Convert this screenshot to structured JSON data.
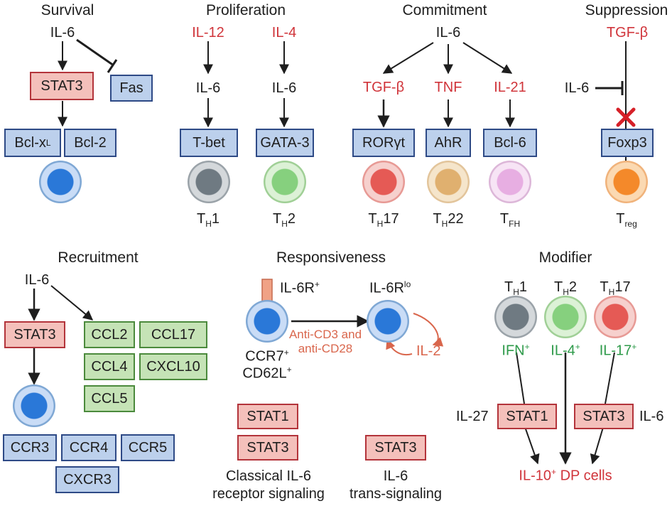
{
  "panels": {
    "survival": {
      "title": "Survival",
      "il6": "IL-6",
      "stat3": "STAT3",
      "fas": "Fas",
      "bclxl": "Bcl-x",
      "bclxl_sub": "L",
      "bcl2": "Bcl-2"
    },
    "proliferation": {
      "title": "Proliferation",
      "il12": "IL-12",
      "il4": "IL-4",
      "il6_a": "IL-6",
      "il6_b": "IL-6",
      "tbet": "T-bet",
      "gata3": "GATA-3",
      "th1_t": "T",
      "th1_sub": "H",
      "th1_n": "1",
      "th2_t": "T",
      "th2_sub": "H",
      "th2_n": "2"
    },
    "commitment": {
      "title": "Commitment",
      "il6": "IL-6",
      "tgfb": "TGF-β",
      "tnf": "TNF",
      "il21": "IL-21",
      "rorgt": "RORγt",
      "ahr": "AhR",
      "bcl6": "Bcl-6",
      "th17_t": "T",
      "th17_sub": "H",
      "th17_n": "17",
      "th22_t": "T",
      "th22_sub": "H",
      "th22_n": "22",
      "tfh_t": "T",
      "tfh_sub": "FH"
    },
    "suppression": {
      "title": "Suppression",
      "tgfb": "TGF-β",
      "il6": "IL-6",
      "foxp3": "Foxp3",
      "treg_t": "T",
      "treg_sub": "reg"
    },
    "recruitment": {
      "title": "Recruitment",
      "il6": "IL-6",
      "stat3": "STAT3",
      "chemokines": [
        "CCL2",
        "CCL17",
        "CCL4",
        "CXCL10",
        "CCL5"
      ],
      "receptors": [
        "CCR3",
        "CCR4",
        "CCR5",
        "CXCR3"
      ]
    },
    "responsiveness": {
      "title": "Responsiveness",
      "il6r": "IL-6R",
      "il6r_sup": "+",
      "il6rlo": "IL-6R",
      "il6rlo_sup": "lo",
      "ccr7": "CCR7",
      "ccr7_sup": "+",
      "cd62l": "CD62L",
      "cd62l_sup": "+",
      "anti_cd3": "Anti-CD3 and",
      "anti_cd28": "anti-CD28",
      "il2": "IL-2",
      "stat1": "STAT1",
      "stat3_a": "STAT3",
      "stat3_b": "STAT3",
      "classical_1": "Classical IL-6",
      "classical_2": "receptor signaling",
      "trans_1": "IL-6",
      "trans_2": "trans-signaling"
    },
    "modifier": {
      "title": "Modifier",
      "th1_t": "T",
      "th1_sub": "H",
      "th1_n": "1",
      "th2_t": "T",
      "th2_sub": "H",
      "th2_n": "2",
      "th17_t": "T",
      "th17_sub": "H",
      "th17_n": "17",
      "ifn": "IFN",
      "ifn_sup": "+",
      "il4": "IL-4",
      "il4_sup": "+",
      "il17": "IL-17",
      "il17_sup": "+",
      "il27": "IL-27",
      "stat1": "STAT1",
      "stat3": "STAT3",
      "il6": "IL-6",
      "il10": "IL-10",
      "il10_sup": "+",
      "dp": " DP cells"
    }
  },
  "colors": {
    "red_text": "#d0343a",
    "green_text": "#2e9a4a",
    "blue_box": "#bcd0ec",
    "pink_box": "#f4c0bb",
    "green_box": "#c5e3b6",
    "arrow_orange": "#d9664c",
    "inhibit_x": "#d62028"
  },
  "cells": [
    {
      "name": "naive-cell",
      "color": "#3f8fe0"
    },
    {
      "name": "th1-cell",
      "color": "#8c959c"
    },
    {
      "name": "th2-cell",
      "color": "#8fd489"
    },
    {
      "name": "th17-cell",
      "color": "#e86b66"
    },
    {
      "name": "th22-cell",
      "color": "#e2bd86"
    },
    {
      "name": "tfh-cell",
      "color": "#e6b3e0"
    },
    {
      "name": "treg-cell",
      "color": "#f59a3a"
    }
  ]
}
